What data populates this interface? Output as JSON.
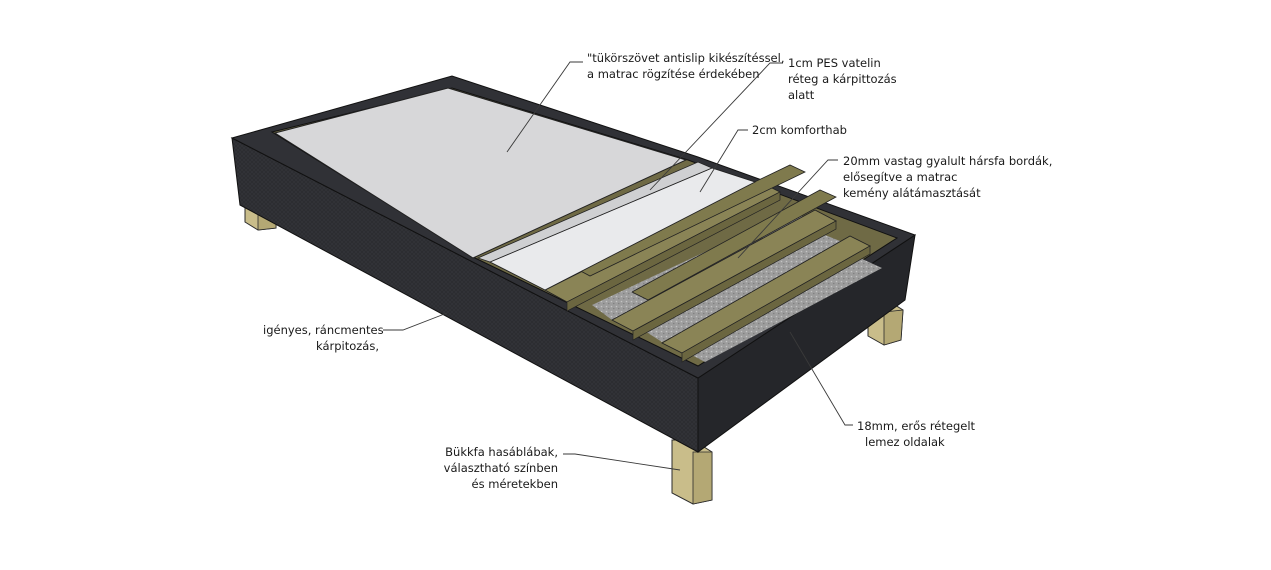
{
  "annotations": {
    "antislip": {
      "lines": [
        "\"tükörszövet antislip kikészítéssel,",
        "a matrac rögzítése érdekében"
      ]
    },
    "pes": {
      "lines": [
        "1cm PES vatelin",
        "réteg a kárpittozás",
        "alatt"
      ]
    },
    "foam": {
      "lines": [
        "2cm komforthab"
      ]
    },
    "slats": {
      "lines": [
        "20mm vastag gyalult hársfa bordák,",
        "elősegítve a matrac",
        "kemény alátámasztását"
      ]
    },
    "upholstery": {
      "lines": [
        "igényes, ráncmentes",
        "kárpitozás,"
      ]
    },
    "plywood": {
      "lines": [
        "18mm, erős rétegelt",
        "lemez oldalak"
      ]
    },
    "legs": {
      "lines": [
        "Bükkfa hasáblábak,",
        "választható színben",
        "és méretekben"
      ]
    }
  },
  "colors": {
    "upholstery_fabric": "#2b2c30",
    "antislip_fabric": "#d7d7d9",
    "comfort_foam": "#e9eaec",
    "wood_slats": "#8a8456",
    "beech_legs": "#c9bd8a",
    "wadding": "#a3a3a3"
  }
}
